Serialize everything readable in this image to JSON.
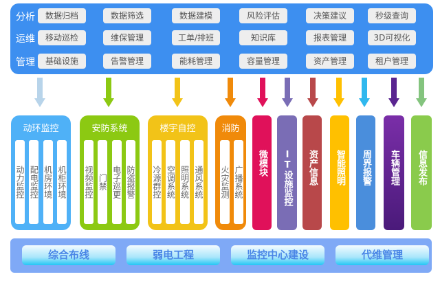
{
  "top": {
    "rows": [
      {
        "label": "分析",
        "items": [
          "数据归档",
          "数据筛选",
          "数据建模",
          "风险评估",
          "决策建议",
          "秒级查询"
        ]
      },
      {
        "label": "运维",
        "items": [
          "移动巡检",
          "维保管理",
          "工单/排班",
          "知识库",
          "报表管理",
          "3D可视化"
        ]
      },
      {
        "label": "管理",
        "items": [
          "基础设施",
          "告警管理",
          "能耗管理",
          "容量管理",
          "资产管理",
          "租户管理"
        ]
      }
    ],
    "color": "#3d8ff0"
  },
  "groups": [
    {
      "title": "动环监控",
      "color": "#4fb1f7",
      "items": [
        "动力监控",
        "配电监控",
        "机房环境",
        "机柜环境"
      ]
    },
    {
      "title": "安防系统",
      "color": "#8cc912",
      "items": [
        "视频监控",
        "门禁",
        "电子巡更",
        "防盗报警"
      ]
    },
    {
      "title": "楼宇自控",
      "color": "#f2c318",
      "items": [
        "冷源群控",
        "空调系统",
        "照明系统",
        "通风系统"
      ]
    },
    {
      "title": "消防",
      "color": "#f08a0a",
      "items": [
        "火灾监测",
        "广播系统"
      ]
    }
  ],
  "columns": [
    {
      "label": "微模块",
      "color": "#e0115a"
    },
    {
      "label": "IT设施监控",
      "color": "#7a6db5"
    },
    {
      "label": "资产信息",
      "color": "#b8484a"
    },
    {
      "label": "智能照明",
      "color": "#ffc000"
    },
    {
      "label": "周界报警",
      "color": "#4a8edc"
    },
    {
      "label": "车辆管理",
      "color": "#6a259a"
    },
    {
      "label": "信息发布",
      "color": "#8acb4c"
    }
  ],
  "arrows": [
    "#b8d4ea",
    "#8cc912",
    "#f2c318",
    "#f08a0a",
    "#e0115a",
    "#7a6db5",
    "#b8484a",
    "#ffc000",
    "#30b8ee",
    "#5a2590",
    "#84c47e"
  ],
  "bottom": {
    "items": [
      "综合布线",
      "弱电工程",
      "监控中心建设",
      "代维管理"
    ],
    "color": "#7fa9f6"
  }
}
